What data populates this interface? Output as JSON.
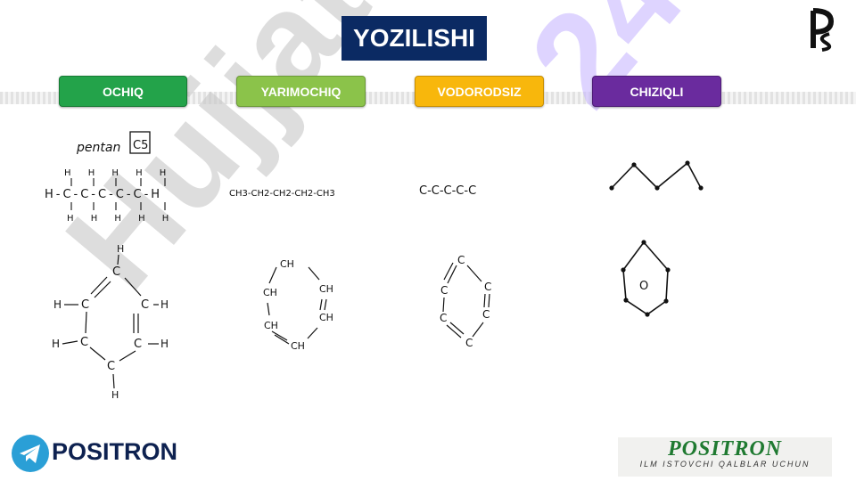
{
  "title": "YOZILISHI",
  "tabs": [
    {
      "label": "OCHIQ",
      "color": "#23a34a"
    },
    {
      "label": "YARIMOCHIQ",
      "color": "#8bc34a"
    },
    {
      "label": "VODORODSIZ",
      "color": "#f8b70c"
    },
    {
      "label": "CHIZIQLI",
      "color": "#6a2b9e"
    }
  ],
  "watermark": {
    "text": "Hujjat",
    "number": "24"
  },
  "notes": {
    "pentan": "pentan",
    "c5": "C5",
    "ochiq_chain_top": "H  H  H  H  H",
    "ochiq_chain": "H-C-C-C-C-C-H",
    "ochiq_chain_bottom": "H  H  H  H  H",
    "yarim_chain": "CH3-CH2-CH2-CH2-CH3",
    "vodorodsiz_chain": "C-C-C-C-C",
    "benzene_h_top": "H",
    "benzene_c": "C",
    "benzene_h": "H",
    "benzene_ch": "CH",
    "ring_center": "O"
  },
  "footer": {
    "left_brand": "POSITRON",
    "right_brand": "POSITRON",
    "right_tagline": "ILM ISTOVCHI QALBLAR UCHUN"
  },
  "icons": [
    "telegram-icon",
    "ps-logo-icon"
  ]
}
